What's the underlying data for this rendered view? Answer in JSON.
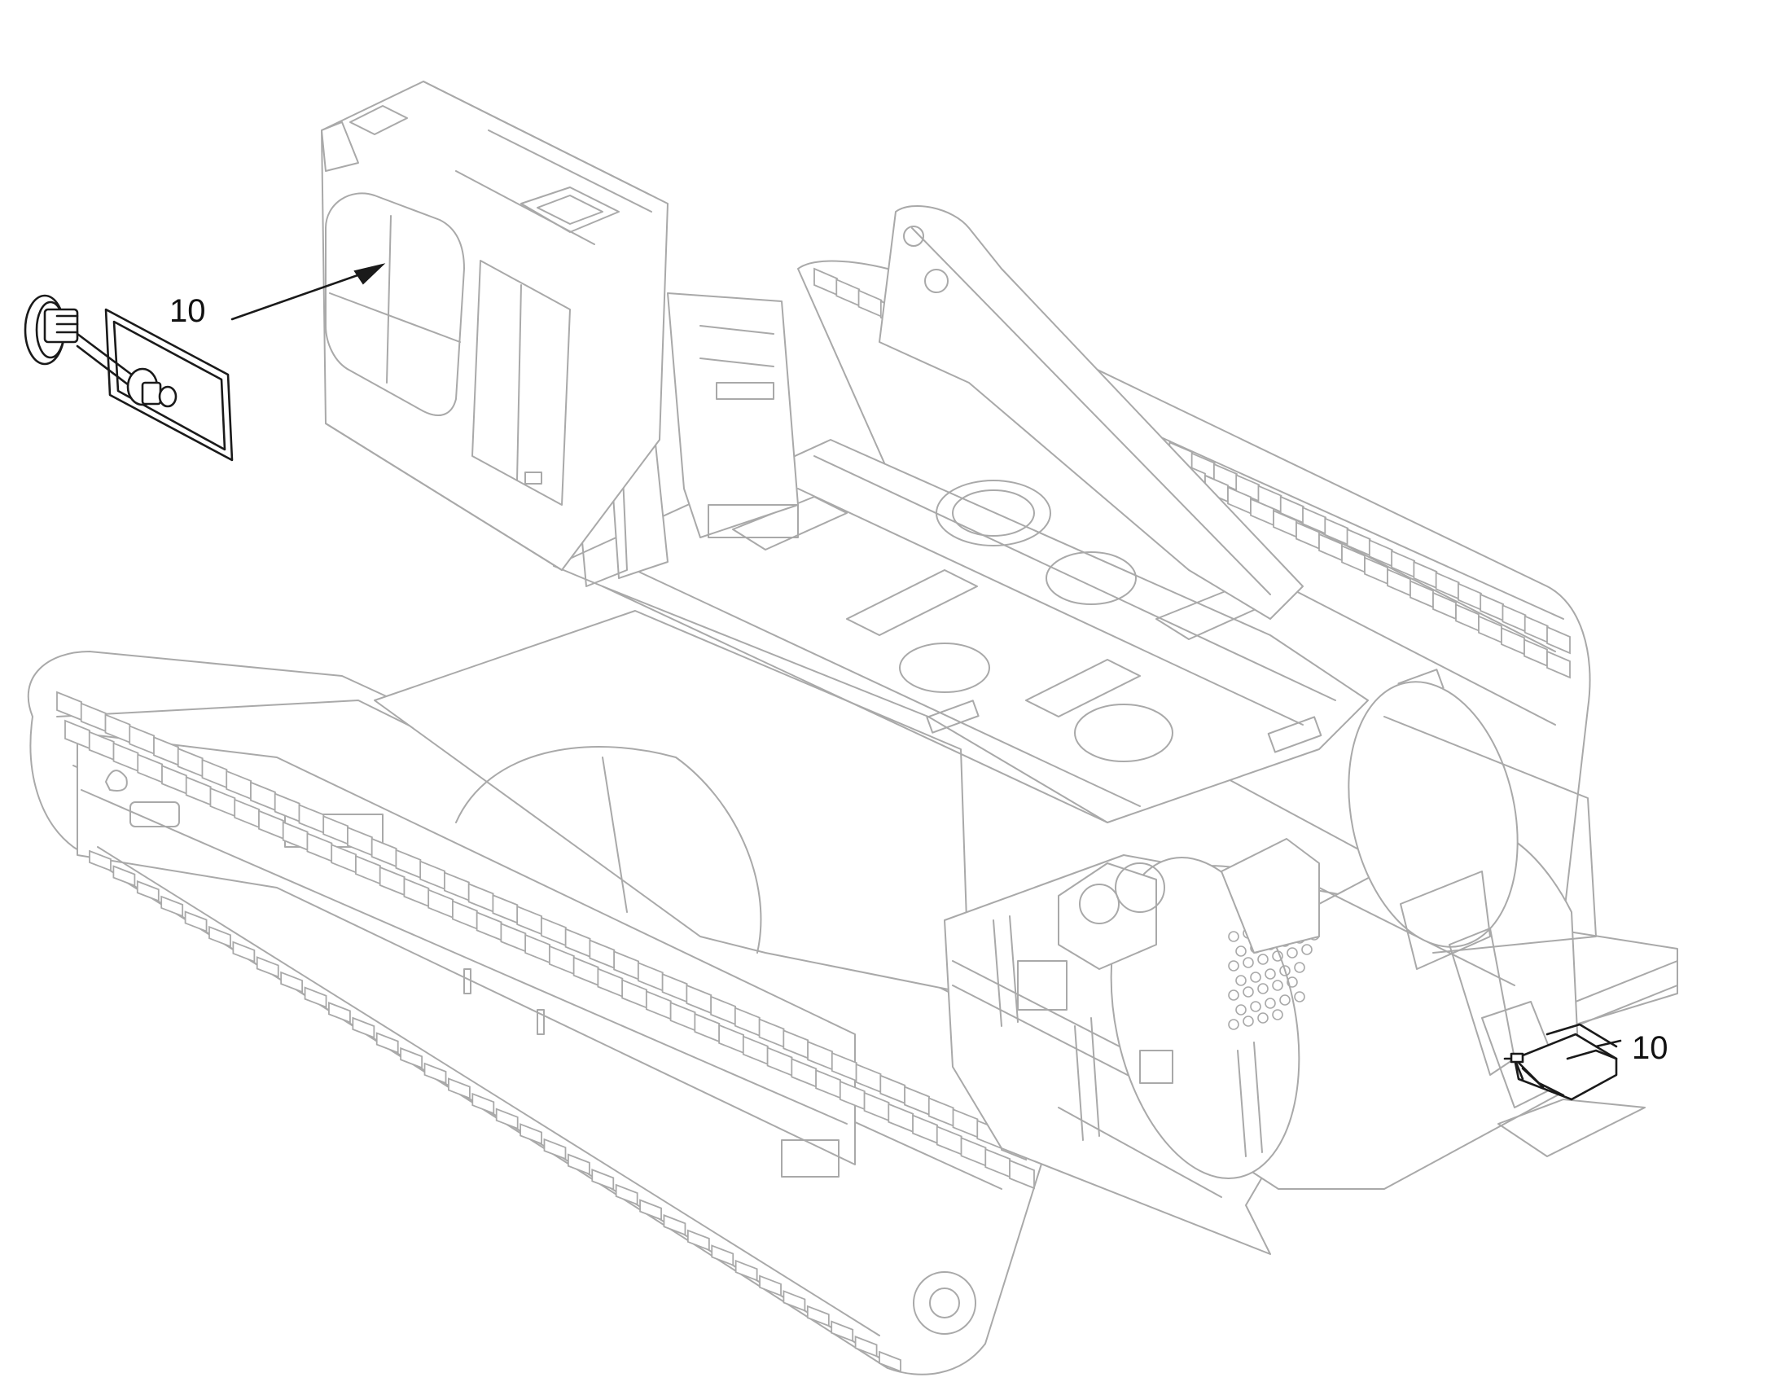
{
  "callouts": [
    {
      "id": "callout-cab",
      "label": "10"
    },
    {
      "id": "callout-winch",
      "label": "10"
    }
  ],
  "colors": {
    "line_light": "#a9a9a9",
    "line_dark": "#1a1a1a",
    "background": "#ffffff"
  }
}
